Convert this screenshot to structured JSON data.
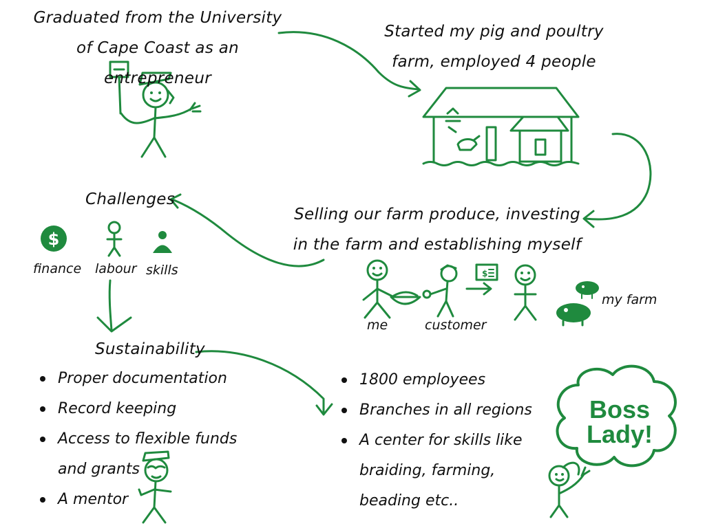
{
  "nodes": {
    "graduated": "Graduated from the University of Cape Coast as an entrepreneur",
    "started_farm": "Started my pig and poultry farm, employed 4 people",
    "selling": "Selling our farm produce, investing in the farm and establishing myself",
    "challenges": "Challenges",
    "sustainability": "Sustainability"
  },
  "challenge_labels": {
    "finance": "finance",
    "labour": "labour",
    "skills": "skills"
  },
  "sale_labels": {
    "me": "me",
    "customer": "customer",
    "my_farm": "my farm"
  },
  "sustainability_list": [
    "Proper documentation",
    "Record keeping",
    "Access to flexible funds and grants",
    "A mentor"
  ],
  "outcome_list": [
    "1800 employees",
    "Branches in all regions",
    "A center for skills like braiding, farming, beading etc.."
  ],
  "cloud_text": "Boss Lady!",
  "colors": {
    "accent": "#1f8a3e",
    "text": "#111111"
  }
}
